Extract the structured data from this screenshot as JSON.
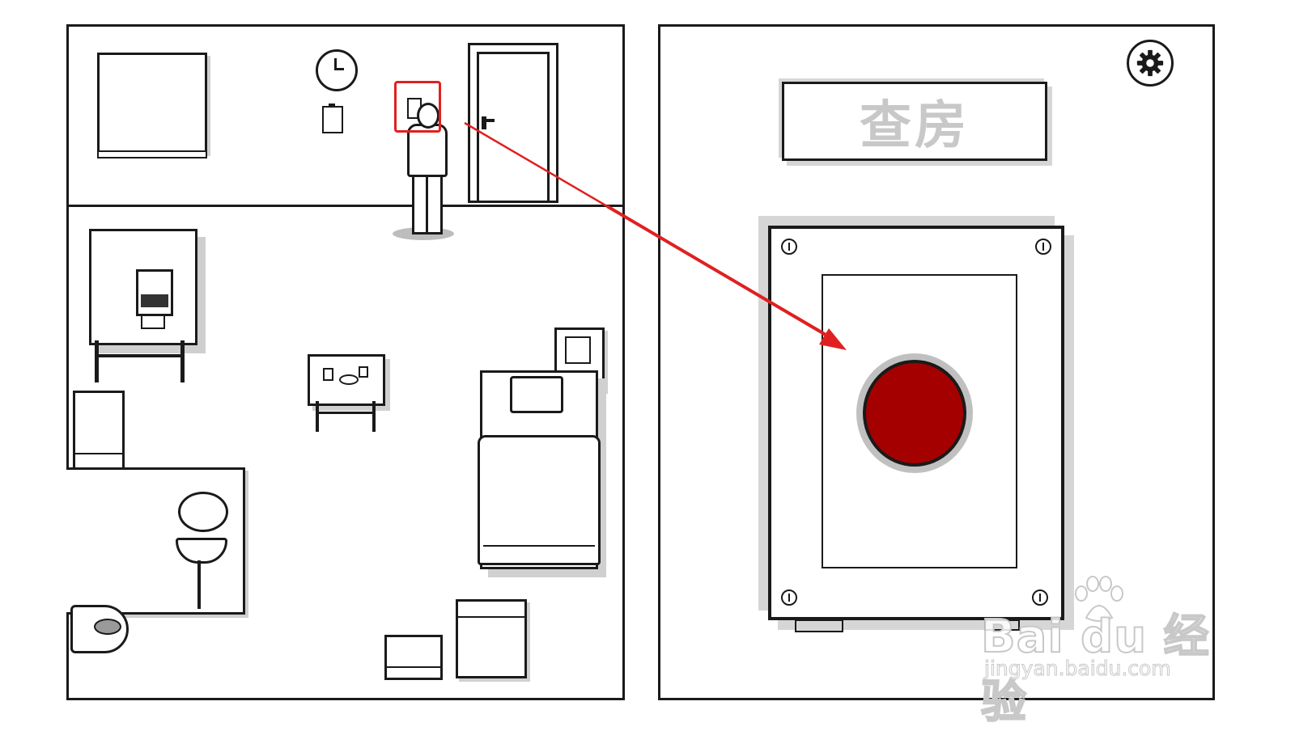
{
  "detail_panel": {
    "title": "查房",
    "settings_icon": "gear-icon",
    "button_icon": "red-push-button",
    "button_color": "#a50000"
  },
  "room": {
    "highlight_color": "#e02020",
    "highlight_target": "wall-switch"
  },
  "watermark": {
    "logo": "Bai du 经验",
    "url": "jingyan.baidu.com"
  }
}
